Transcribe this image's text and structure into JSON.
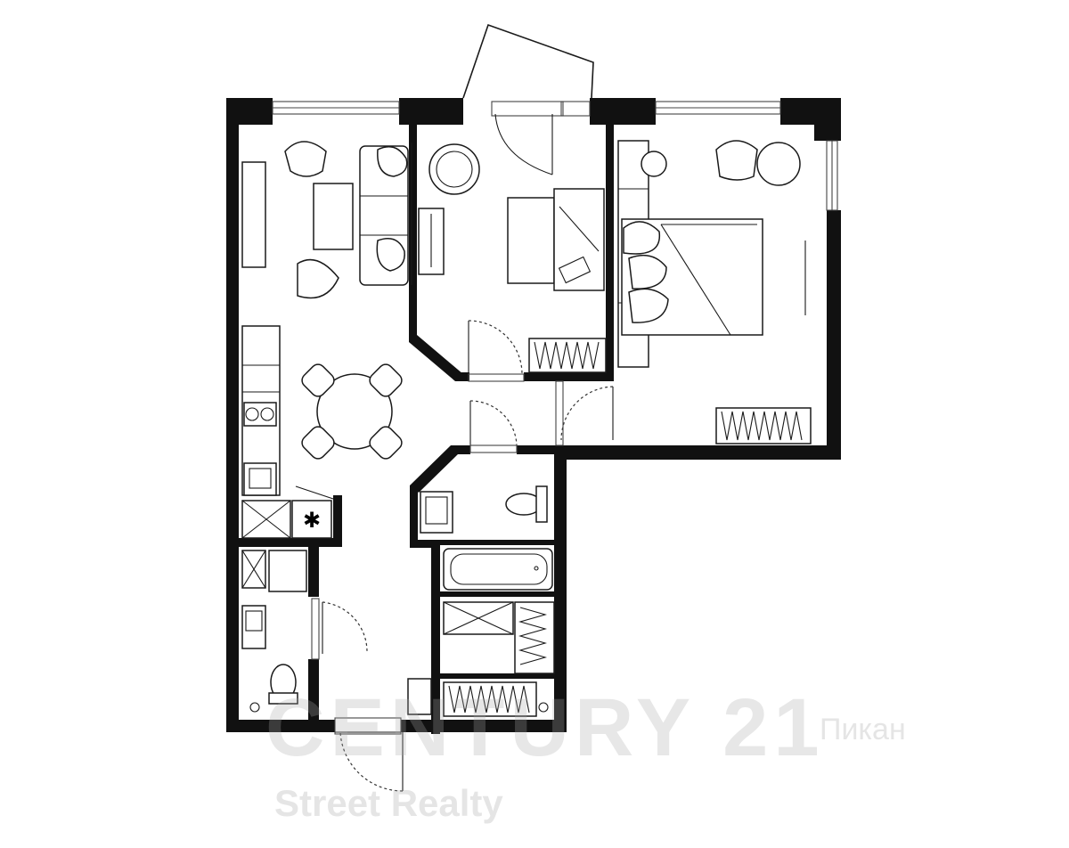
{
  "watermark": {
    "brand": "CENTURY 21",
    "city": "Пикан",
    "tagline": "Street Realty"
  }
}
